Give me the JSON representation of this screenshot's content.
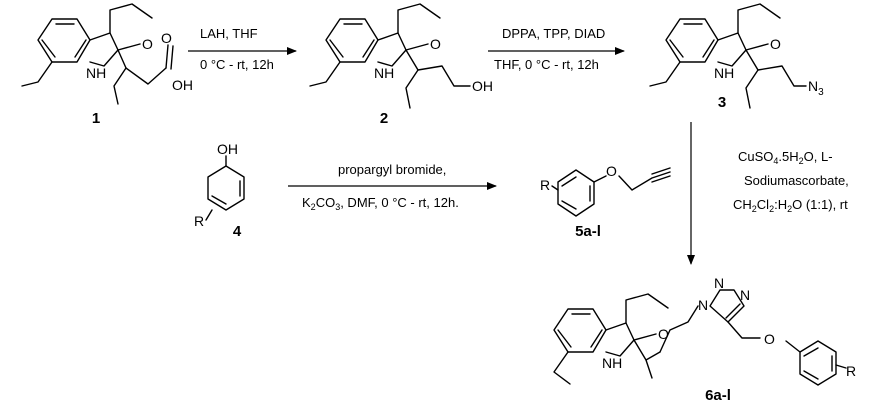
{
  "compounds": {
    "c1": "1",
    "c2": "2",
    "c3": "3",
    "c4": "4",
    "c5": "5a-l",
    "c6": "6a-l"
  },
  "atoms": {
    "O": "O",
    "NH": "NH",
    "H": "H",
    "OH": "OH",
    "N": "N",
    "N3_main": "N",
    "N3_sub": "3",
    "R": "R"
  },
  "steps": {
    "step1": {
      "line1": "LAH, THF",
      "line2": "0 °C - rt, 12h"
    },
    "step2": {
      "line1": "DPPA, TPP, DIAD",
      "line2": "THF, 0 °C - rt, 12h"
    },
    "step3": {
      "line1": "propargyl bromide,",
      "line2_a": "K",
      "line2_sub1": "2",
      "line2_b": "CO",
      "line2_sub2": "3",
      "line2_c": ", DMF, 0 °C - rt, 12h."
    },
    "step4": {
      "line1_a": "CuSO",
      "line1_sub": "4",
      "line1_b": ".5H",
      "line1_sub2": "2",
      "line1_c": "O, L-",
      "line2": "Sodiumascorbate,",
      "line3_a": "CH",
      "line3_sub1": "2",
      "line3_b": "Cl",
      "line3_sub2": "2",
      "line3_c": ":H",
      "line3_sub3": "2",
      "line3_d": "O (1:1), rt"
    }
  }
}
